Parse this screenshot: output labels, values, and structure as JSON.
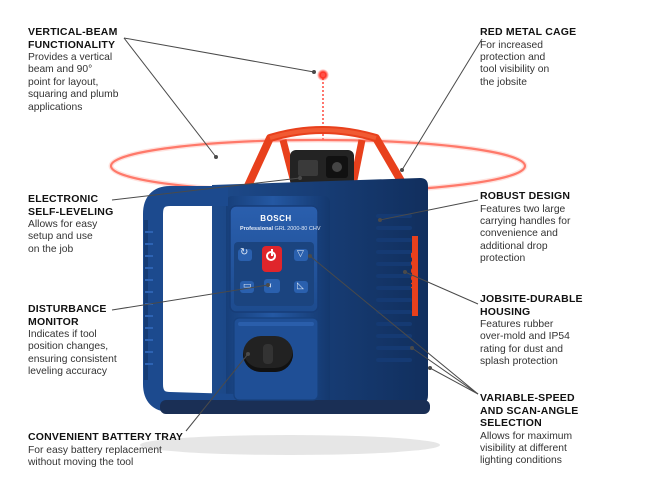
{
  "product": {
    "brand_logo": "BOSCH",
    "panel_model": "Professional",
    "panel_model_code": "GRL 2000-80 CHV",
    "side_logo": "BOSCH"
  },
  "features": [
    {
      "title_lines": [
        "VERTICAL-BEAM",
        "FUNCTIONALITY"
      ],
      "desc_lines": [
        "Provides a vertical",
        "beam and 90°",
        "point for layout,",
        "squaring and plumb",
        "applications"
      ]
    },
    {
      "title_lines": [
        "RED METAL CAGE"
      ],
      "desc_lines": [
        "For increased",
        "protection and",
        "tool visibility on",
        "the jobsite"
      ]
    },
    {
      "title_lines": [
        "ELECTRONIC",
        "SELF-LEVELING"
      ],
      "desc_lines": [
        "Allows for easy",
        "setup and use",
        "on the job"
      ]
    },
    {
      "title_lines": [
        "ROBUST DESIGN"
      ],
      "desc_lines": [
        "Features two large",
        "carrying handles for",
        "convenience and",
        "additional drop",
        "protection"
      ]
    },
    {
      "title_lines": [
        "DISTURBANCE",
        "MONITOR"
      ],
      "desc_lines": [
        "Indicates if tool",
        "position changes,",
        "ensuring consistent",
        "leveling accuracy"
      ]
    },
    {
      "title_lines": [
        "JOBSITE-DURABLE",
        "HOUSING"
      ],
      "desc_lines": [
        "Features rubber",
        "over-mold and IP54",
        "rating for dust and",
        "splash protection"
      ]
    },
    {
      "title_lines": [
        "VARIABLE-SPEED",
        "AND SCAN-ANGLE",
        "SELECTION"
      ],
      "desc_lines": [
        "Allows for maximum",
        "visibility at different",
        "lighting conditions"
      ]
    },
    {
      "title_lines": [
        "CONVENIENT BATTERY TRAY"
      ],
      "desc_lines": [
        "For easy battery replacement",
        "without moving the tool"
      ]
    }
  ],
  "colors": {
    "housing_blue": "#1e4a8c",
    "cage_red": "#e8401c",
    "laser_red": "#ff3b2f",
    "power_button_red": "#e0252b",
    "rubber_dark": "#222222"
  },
  "icons": [
    "power-icon",
    "rotate-icon",
    "tilt-icon",
    "scan-angle-icon",
    "disturbance-monitor-icon",
    "battery-icon"
  ]
}
